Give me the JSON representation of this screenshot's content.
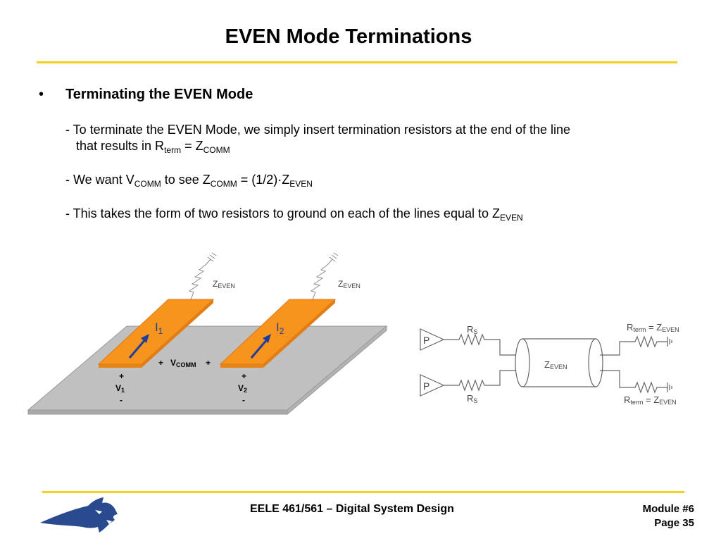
{
  "title": "EVEN Mode Terminations",
  "bullet": "•",
  "heading": "Terminating the EVEN Mode",
  "lines": {
    "l1": "- To terminate the EVEN Mode, we simply insert termination resistors at the end of the line",
    "l2a": "that results in R",
    "l2sub1": "term",
    "l2b": " = Z",
    "l2sub2": "COMM",
    "l3a": "- We want V",
    "l3sub1": "COMM",
    "l3b": " to see Z",
    "l3sub2": "COMM",
    "l3c": " = (1/2)·Z",
    "l3sub3": "EVEN",
    "l4a": "- This takes the form of two resistors to ground on each of the lines equal to Z",
    "l4sub": "EVEN"
  },
  "fig1": {
    "z": "Z",
    "even": "EVEN",
    "i": "I",
    "one": "1",
    "two": "2",
    "plus": "+",
    "minus": "-",
    "v": "V",
    "comm": "COMM"
  },
  "fig2": {
    "p": "P",
    "r": "R",
    "s": "S",
    "term_eq": " = Z",
    "term": "term",
    "even": "EVEN",
    "z": "Z"
  },
  "footer": {
    "course": "EELE 461/561 – Digital System Design",
    "module": "Module #6",
    "page": "Page 35"
  },
  "colors": {
    "accent": "#f5cf1d",
    "trace": "#f7941d",
    "arrow": "#1f3f9c",
    "ground_plane": "#c0c0c0",
    "logo": "#2a4a8f"
  }
}
